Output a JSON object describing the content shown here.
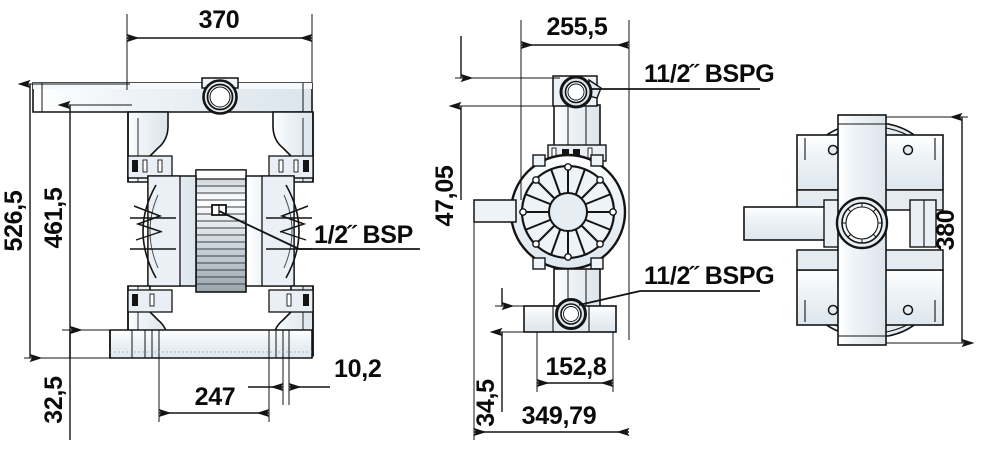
{
  "drawing": {
    "title": "Air operated double diaphragm pump - dimensional drawing",
    "units": "mm",
    "line_color": "#141414",
    "fill_color": "#e9eff4",
    "fill_color_light": "#f2f6f9",
    "fill_color_dark": "#d9e3ea",
    "text_color": "#0b0b0b",
    "background": "#ffffff"
  },
  "views": {
    "front": {
      "name": "front-elevation-view"
    },
    "side": {
      "name": "side-elevation-view"
    },
    "top": {
      "name": "top-plan-view"
    }
  },
  "dimensions": {
    "front_width_overall": "370",
    "front_height_overall": "526,5",
    "front_height_body": "461,5",
    "front_height_foot": "32,5",
    "front_foot_span": "247",
    "front_foot_thickness": "10,2",
    "side_width_upper": "255,5",
    "side_height_port_top": "47,05",
    "side_height_port_bottom": "34,5",
    "side_foot_span": "152,8",
    "side_width_overall": "349,79",
    "top_height_overall": "380"
  },
  "callouts": {
    "front_fluid_port": "1/2˝ BSP",
    "side_port_top": "11/2˝ BSPG",
    "side_port_bottom": "11/2˝ BSPG"
  }
}
